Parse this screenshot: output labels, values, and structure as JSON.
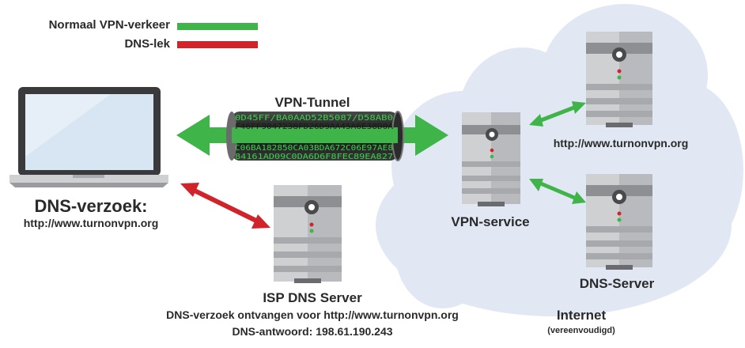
{
  "legend": {
    "normal_label": "Normaal VPN-verkeer",
    "normal_color": "#3fb549",
    "leak_label": "DNS-lek",
    "leak_color": "#d0232a"
  },
  "tunnel": {
    "label": "VPN-Tunnel",
    "hex_lines": [
      "0D45FF/BA0AAD52B5087/D58AB0",
      "F46FF9047238FD26D9AA45A6E38D0A",
      "C06BA182850CA03BDA672C06E97AE8",
      "84161AD09C0DA6D6F8FEC89EA827"
    ]
  },
  "laptop": {
    "title": "DNS-verzoek:",
    "url": "http://www.turnonvpn.org"
  },
  "isp": {
    "title": "ISP DNS Server",
    "line1": "DNS-verzoek ontvangen voor http://www.turnonvpn.org",
    "line2": "DNS-antwoord: 198.61.190.243"
  },
  "vpn_service": {
    "label": "VPN-service"
  },
  "web_server": {
    "label": "http://www.turnonvpn.org"
  },
  "dns_server": {
    "label": "DNS-Server"
  },
  "internet": {
    "label": "Internet",
    "sublabel": "(vereenvoudigd)"
  },
  "colors": {
    "cloud": "#e1e8f4",
    "server_light": "#cfd0d2",
    "server_dark": "#8e8f92",
    "screen": "#d8e6f3"
  }
}
